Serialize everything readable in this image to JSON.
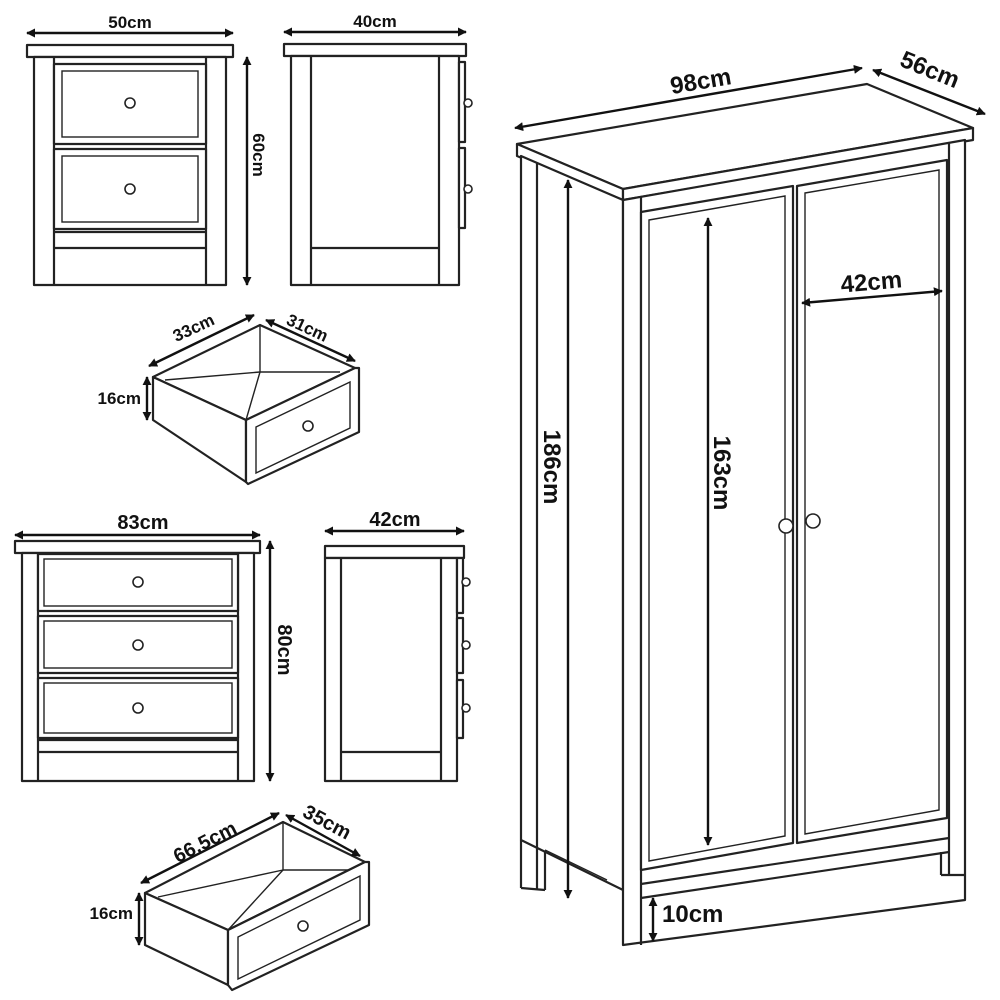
{
  "nightstand": {
    "width_label": "50cm",
    "depth_label": "40cm",
    "height_label": "60cm",
    "drawer": {
      "width_label": "33cm",
      "depth_label": "31cm",
      "height_label": "16cm"
    }
  },
  "chest": {
    "width_label": "83cm",
    "depth_label": "42cm",
    "height_label": "80cm",
    "drawer": {
      "width_label": "66.5cm",
      "depth_label": "35cm",
      "height_label": "16cm"
    }
  },
  "wardrobe": {
    "width_label": "98cm",
    "depth_label": "56cm",
    "height_label": "186cm",
    "door_height_label": "163cm",
    "door_width_label": "42cm",
    "leg_height_label": "10cm"
  }
}
